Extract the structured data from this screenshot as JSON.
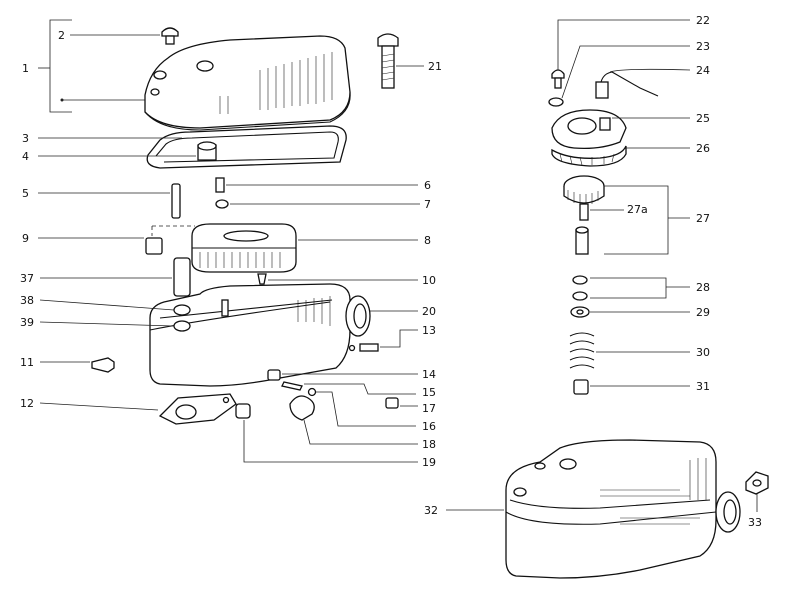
{
  "diagram": {
    "callouts": {
      "c1": "1",
      "c2": "2",
      "c3": "3",
      "c4": "4",
      "c5": "5",
      "c6": "6",
      "c7": "7",
      "c8": "8",
      "c9": "9",
      "c10": "10",
      "c11": "11",
      "c12": "12",
      "c13": "13",
      "c14": "14",
      "c15": "15",
      "c16": "16",
      "c17": "17",
      "c18": "18",
      "c19": "19",
      "c20": "20",
      "c21": "21",
      "c22": "22",
      "c23": "23",
      "c24": "24",
      "c25": "25",
      "c26": "26",
      "c27": "27",
      "c27a": "27a",
      "c28": "28",
      "c29": "29",
      "c30": "30",
      "c31": "31",
      "c32": "32",
      "c33": "33",
      "c37": "37",
      "c38": "38",
      "c39": "39"
    },
    "line_color": "#222222",
    "background": "#ffffff"
  }
}
